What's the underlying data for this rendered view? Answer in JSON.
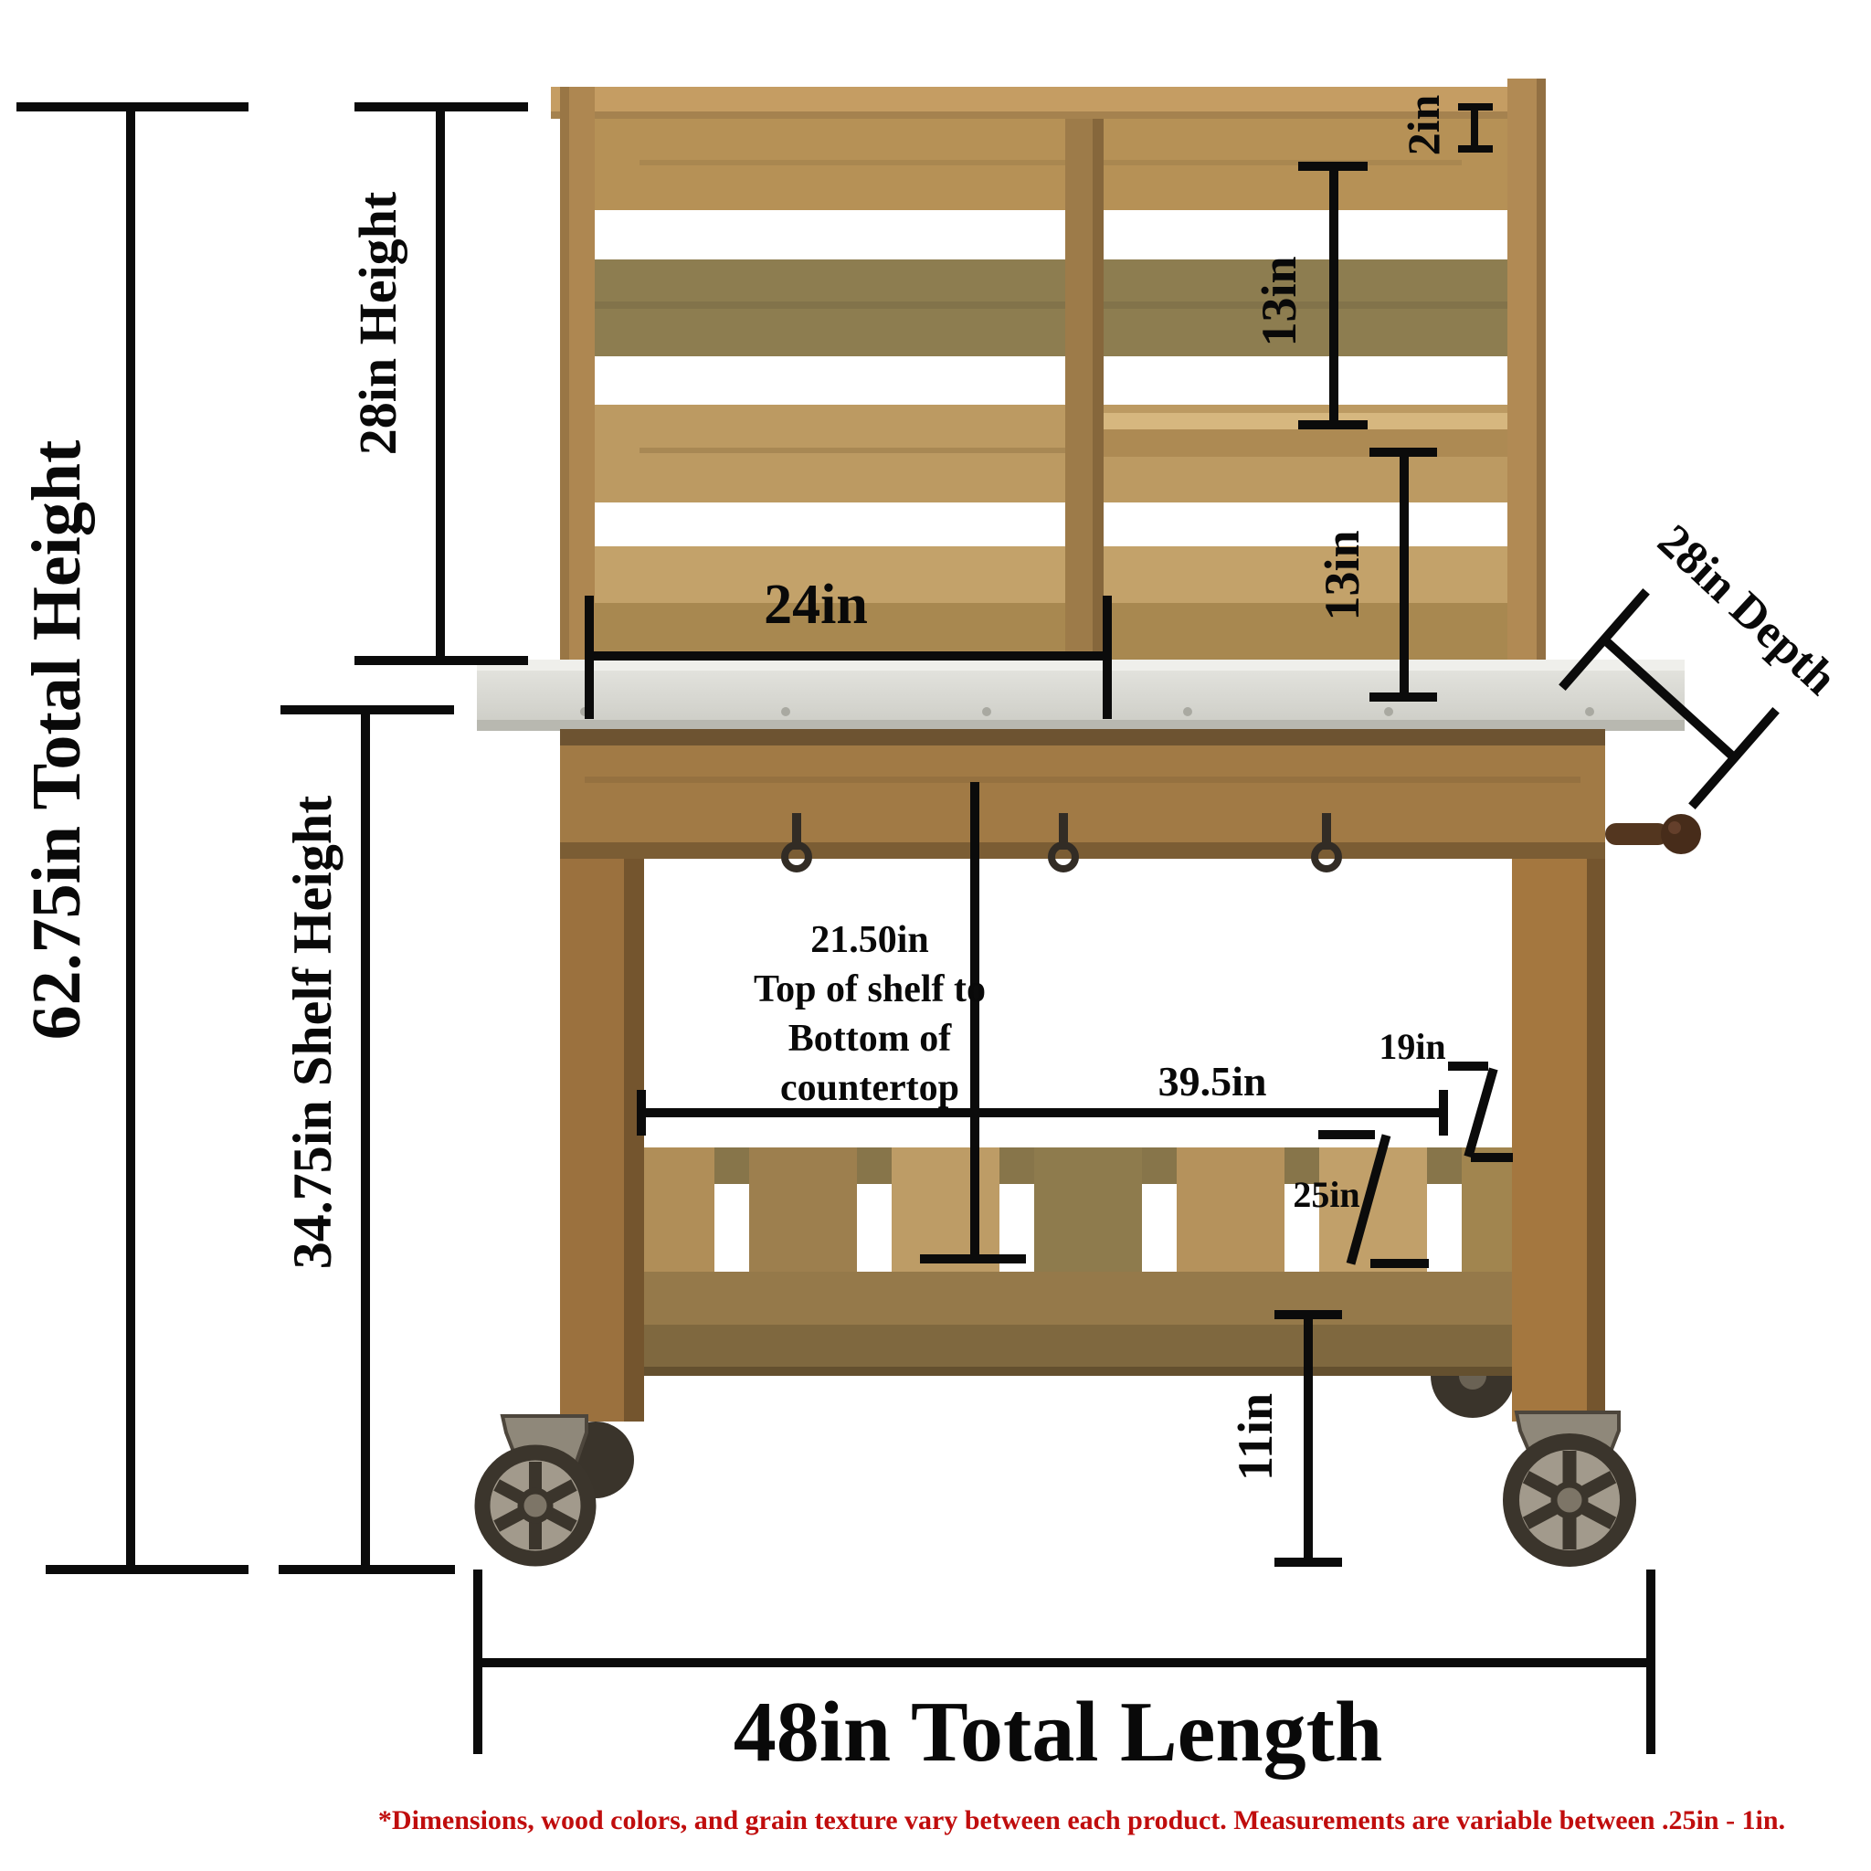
{
  "diagram": {
    "type": "product-dimension-diagram",
    "subject": "rolling potting bench with hutch, galvanized countertop and caster wheels"
  },
  "labels": {
    "total_height": "62.75in Total Height",
    "hutch_height": "28in Height",
    "shelf_height": "34.75in Shelf Height",
    "top_board_thickness": "2in",
    "hutch_upper_opening": "13in",
    "hutch_lower_opening": "13in",
    "hutch_left_opening_width": "24in",
    "depth": "28in Depth",
    "shelf_to_countertop": [
      "21.50in",
      "Top of shelf to",
      "Bottom of",
      "countertop"
    ],
    "legs_inner_width": "39.5in",
    "lower_shelf_back_depth": "19in",
    "lower_shelf_depth": "25in",
    "ground_clearance": "11in",
    "total_length": "48in Total Length"
  },
  "footnote": {
    "text": "*Dimensions, wood colors, and grain texture vary between each product.  Measurements are variable between .25in - 1in."
  },
  "colors": {
    "dimension_lines": "#0b0b0b",
    "dimension_text": "#090909",
    "footnote_red": "#c00d0d",
    "wood_light": "#c59d63",
    "wood_mid": "#a17a45",
    "wood_dark": "#74552e",
    "countertop_gray": "#d9d9d3",
    "wheel_metal": "#3b352c"
  }
}
